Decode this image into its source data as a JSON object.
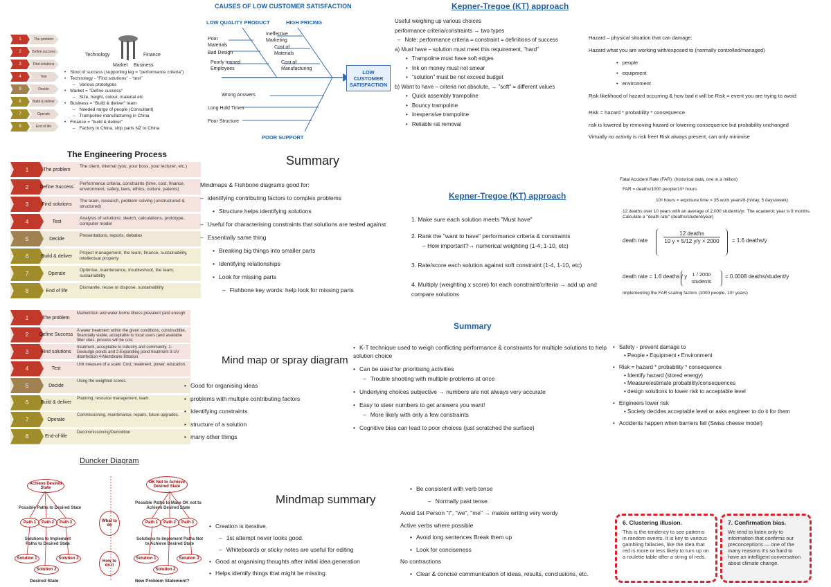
{
  "top_left": {
    "chevrons": [
      {
        "num": "1",
        "label": "The problem"
      },
      {
        "num": "2",
        "label": "Define success"
      },
      {
        "num": "3",
        "label": "Find solutions"
      },
      {
        "num": "4",
        "label": "Test"
      },
      {
        "num": "5",
        "label": "Decide"
      },
      {
        "num": "6",
        "label": "Build & deliver"
      },
      {
        "num": "7",
        "label": "Operate"
      },
      {
        "num": "8",
        "label": "End of life"
      }
    ],
    "stool_labels": {
      "left": "Technology",
      "right": "Finance",
      "bottom_left": "Market",
      "bottom_right": "Business"
    },
    "notes": [
      {
        "t": "bullet",
        "text": "Stool of success (supporting leg = \"performance criteria\")"
      },
      {
        "t": "bullet",
        "text": "Technology - \"Find solutions\" - \"test\""
      },
      {
        "t": "dash",
        "text": "Various prototypes"
      },
      {
        "t": "bullet",
        "text": "Market = \"Define success\""
      },
      {
        "t": "dash",
        "text": "Size, height, colour, material etc"
      },
      {
        "t": "bullet",
        "text": "Business = \"Build & deliver\" team"
      },
      {
        "t": "dash",
        "text": "Needed range of people (Consultant)"
      },
      {
        "t": "dash",
        "text": "Trampoline manufacturing in China"
      },
      {
        "t": "bullet",
        "text": "Finance = \"build & deliver\""
      },
      {
        "t": "dash",
        "text": "Factory in China, ship parts NZ to China"
      }
    ]
  },
  "fishbone": {
    "title": "CAUSES OF LOW CUSTOMER SATISFACTION",
    "categories": [
      "LOW QUALITY PRODUCT",
      "HIGH PRICING",
      "POOR SUPPORT"
    ],
    "effect": "LOW CUSTOMER SATISFACTION",
    "causes": [
      "Poor Materials",
      "Bad Design",
      "Poorly trained Employees",
      "Ineffective Marketing",
      "Cost of Materials",
      "Cost of Manufacturing",
      "Wrong Answers",
      "Long Hold Times",
      "Poor Structure"
    ]
  },
  "kt1": {
    "title": "Kepner-Tregoe (KT) approach",
    "lines": [
      {
        "t": "plain",
        "text": "Useful weighing up various choices"
      },
      {
        "t": "plain",
        "text": "performance criteria/constraints → two types"
      },
      {
        "t": "dash",
        "text": "Note: performance criteria = constraint = definitions of success"
      },
      {
        "t": "a",
        "text": "a)  Must have – solution must meet this requirement, \"hard\""
      },
      {
        "t": "bullet",
        "text": "Trampoline must have soft edges"
      },
      {
        "t": "bullet",
        "text": "Ink on money must not smear"
      },
      {
        "t": "bullet",
        "text": "\"solution\" must be not exceed budget"
      },
      {
        "t": "a",
        "text": "b)  Want to have – criteria not absolute, → \"soft\" = different values"
      },
      {
        "t": "bullet",
        "text": "Quick assembly trampoline"
      },
      {
        "t": "bullet",
        "text": "Bouncy trampoline"
      },
      {
        "t": "bullet",
        "text": "Inexpensive trampoline"
      },
      {
        "t": "bullet",
        "text": "Reliable rat removal"
      }
    ]
  },
  "hazard": {
    "lines": [
      "Hazard – physical situation that can damage:",
      "Hazard    what you are working with/exposed to (normally controlled/managed)",
      "people",
      "equipment",
      "environment",
      "Risk    likelihood of hazard occurring & how bad it will be   Risk = event you are trying to avoid",
      "Risk = hazard * probability * consequence",
      "risk is lowered by removing hazard or lowering consequence but probability unchanged",
      "Virtually no activity is risk free! Risk always present, can only minimise"
    ]
  },
  "eng_process": {
    "title": "The Engineering Process",
    "rows": [
      {
        "num": "1",
        "label": "The problem",
        "desc": "The client, internal (you, your boss, your lecturer, etc.)"
      },
      {
        "num": "2",
        "label": "Define Success",
        "desc": "Performance criteria, constraints (time, cost, finance, environment, safety, laws, ethics, culture, patents)"
      },
      {
        "num": "3",
        "label": "Find solutions",
        "desc": "The team, research, problem solving (unstructured & structured)"
      },
      {
        "num": "4",
        "label": "Test",
        "desc": "Analysis of solutions: sketch, calculations, prototype, computer model"
      },
      {
        "num": "5",
        "label": "Decide",
        "desc": "Presentations, reports, debates"
      },
      {
        "num": "6",
        "label": "Build & deliver",
        "desc": "Project management, the team, finance, sustainability, intellectual property"
      },
      {
        "num": "7",
        "label": "Operate",
        "desc": "Optimise, maintenance, troubleshoot, the team, sustainability"
      },
      {
        "num": "8",
        "label": "End of life",
        "desc": "Dismantle, reuse or dispose, sustainability"
      }
    ]
  },
  "summary1": {
    "title": "Summary",
    "lines": [
      {
        "t": "plain",
        "text": "Mindmaps & Fishbone diagrams good for:"
      },
      {
        "t": "dash",
        "text": "identifying contributing factors to complex problems"
      },
      {
        "t": "bullet",
        "text": "Structure helps identifying solutions"
      },
      {
        "t": "dash",
        "text": "Useful for characterising constraints that solutions are tested against"
      },
      {
        "t": "dash",
        "text": "Essentially same thing"
      },
      {
        "t": "bullet",
        "text": "Breaking big things into smaller parts"
      },
      {
        "t": "bullet",
        "text": "Identifying relationships"
      },
      {
        "t": "bullet",
        "text": "Look for missing parts"
      },
      {
        "t": "dash",
        "text": "Fishbone key words: help look for missing parts"
      }
    ]
  },
  "kt2": {
    "title": "Kepner-Tregoe (KT) approach",
    "steps": [
      "1.  Make sure each solution meets \"Must have\"",
      "2.  Rank the \"want to have\" performance criteria & constraints",
      "– How important?→ numerical weighting (1-4, 1-10, etc)",
      "3.  Rate/score each solution against soft constraint (1-4, 1-10, etc)",
      "4.  Multiply (weighting x score) for each constraint/criteria → add up and compare solutions"
    ]
  },
  "fatal": {
    "lines": [
      "Fatal Accident Rate (FAR): (historical data, one in a million)",
      "FAR = deaths/1000 people/10⁸ hours",
      "10⁸ hours = exposure time = 35 work years/8 (h/day, 5 days/week)",
      "12 deaths over 10 years with an average of 2,000 students/yr. The academic year is 9 months. Calculate a \"death rate\" (deaths/student/year)",
      "death rate",
      "12 deaths",
      "10 y × 5/12 y/y × 2000",
      "= 1.6 deaths/y",
      "death rate = 1.6 deaths / y",
      "1 / 2000 students",
      "= 0.0008 deaths/student/y",
      "Implementing the FAR scaling factors (1000 people, 10⁸ years)"
    ]
  },
  "process2": {
    "rows": [
      {
        "num": "1",
        "label": "The problem",
        "desc": "Malnutrition and water-borne illness prevalent (and enough"
      },
      {
        "num": "2",
        "label": "Define Success",
        "desc": "A water treatment within the given conditions, constructible, financially viable, acceptable to local users (and available filter sites, process will be cost"
      },
      {
        "num": "3",
        "label": "Find solutions",
        "desc": "treatment, acceptable to industry and community. 1-Desludge ponds and 2-Expanding pond treatment 3-UV disinfection 4-Membrane filtration."
      },
      {
        "num": "4",
        "label": "Test",
        "desc": "Unit measure of a scale: Cost, treatment, power, education."
      },
      {
        "num": "5",
        "label": "Decide",
        "desc": "Using the weighted scores."
      },
      {
        "num": "6",
        "label": "Build & deliver",
        "desc": "Planning, resource management, team."
      },
      {
        "num": "7",
        "label": "Operate",
        "desc": "Commissioning, maintenance, repairs, future upgrades."
      },
      {
        "num": "8",
        "label": "End-of-life",
        "desc": "Decommissioning/Demolition"
      }
    ]
  },
  "mindmap": {
    "title": "Mind map or spray diagram",
    "items": [
      "Good for organising ideas",
      "problems with multiple contributing factors",
      "Identifying constraints",
      "structure of a solution",
      "many other things"
    ]
  },
  "summary2": {
    "title": "Summary",
    "lines": [
      {
        "t": "bullet",
        "text": "K-T technique used to weigh conflicting performance & constraints for multiple solutions to help solution choice"
      },
      {
        "t": "bullet",
        "text": "Can be used for prioritising activities"
      },
      {
        "t": "dash",
        "text": "Trouble shooting with multiple problems at once"
      },
      {
        "t": "bullet",
        "text": "Underlying choices subjective → numbers are not always very accurate"
      },
      {
        "t": "bullet",
        "text": "Easy to steer numbers to get answers you want!"
      },
      {
        "t": "dash",
        "text": "More likely with only a few constraints"
      },
      {
        "t": "bullet",
        "text": "Cognitive bias can lead to poor choices (just scratched the surface)"
      }
    ]
  },
  "safety": {
    "lines": [
      {
        "t": "bullet",
        "text": "Safety - prevent damage to"
      },
      {
        "t": "sub",
        "text": "• People   • Equipment   • Environment"
      },
      {
        "t": "bullet",
        "text": "Risk = hazard * probability * consequence"
      },
      {
        "t": "sub",
        "text": "• Identify hazard (stored energy)"
      },
      {
        "t": "sub",
        "text": "• Measure/estimate probability/consequences"
      },
      {
        "t": "sub",
        "text": "• design solutions to lower risk to acceptable level"
      },
      {
        "t": "bullet",
        "text": "Engineers lower risk"
      },
      {
        "t": "sub",
        "text": "• Society decides acceptable level or asks engineer to do it for them"
      },
      {
        "t": "bullet",
        "text": "Accidents happen when barriers fail (Swiss cheese model)"
      }
    ]
  },
  "duncker": {
    "title": "Duncker Diagram",
    "left": {
      "top": "Achieve Desired State",
      "paths_label": "Possible Paths to Desired State",
      "paths": [
        "Path 1",
        "Path 2",
        "Path 3"
      ],
      "sol_label": "Solutions to Implement Paths to Desired State",
      "solutions": [
        "Solution 1",
        "Solution 2",
        "Solution 3"
      ],
      "bottom": "Desired State"
    },
    "middle": [
      "What to do",
      "How to do it"
    ],
    "right": {
      "top": "OK Not to Achieve Desired State",
      "paths_label": "Possible Paths to Make OK not to Achieve Desired State",
      "paths": [
        "Path 1",
        "Path 2",
        "Path 3"
      ],
      "sol_label": "Solutions to Implement Paths Not to Achieve Desired State",
      "solutions": [
        "Solution 1",
        "Solution 2",
        "Solution 3"
      ],
      "bottom": "New Problem Statement?"
    }
  },
  "mindmap_summary": {
    "title": "Mindmap summary",
    "lines": [
      {
        "t": "bullet",
        "text": "Creation is iterative."
      },
      {
        "t": "dash",
        "text": "1st attempt never looks good."
      },
      {
        "t": "dash",
        "text": "Whiteboards or sticky notes are useful for editing"
      },
      {
        "t": "bullet",
        "text": "Good at organising thoughts after initial idea generation"
      },
      {
        "t": "bullet",
        "text": "Helps identify things that might be missing."
      }
    ]
  },
  "writing": {
    "lines": [
      {
        "t": "bullet",
        "text": "Be consistent with verb tense"
      },
      {
        "t": "dash",
        "text": "Normally past tense."
      },
      {
        "t": "plain",
        "text": "Avoid 1st Person \"I\", \"we\", \"me\" → makes writing very wordy"
      },
      {
        "t": "plain",
        "text": "Active verbs where possible"
      },
      {
        "t": "bullet",
        "text": "Avoid long sentences Break them up"
      },
      {
        "t": "bullet",
        "text": "Look for conciseness"
      },
      {
        "t": "plain",
        "text": "No contractions"
      },
      {
        "t": "bullet",
        "text": "Clear & concise communication of ideas, results, conclusions, etc."
      }
    ]
  },
  "cards": [
    {
      "title": "6. Clustering illusion.",
      "body": "This is the tendency to see patterns in random events. It is key to various gambling fallacies, like the idea that red is more or less likely to turn up on a roulette table after a string of reds."
    },
    {
      "title": "7. Confirmation bias.",
      "body": "We tend to listen only to information that confirms our preconceptions — one of the many reasons it's so hard to have an intelligent conversation about climate change."
    }
  ],
  "colors": {
    "red": "#c0392b",
    "tan": "#a0814f",
    "olive": "#a08c2a",
    "blue": "#1f5fa8"
  }
}
